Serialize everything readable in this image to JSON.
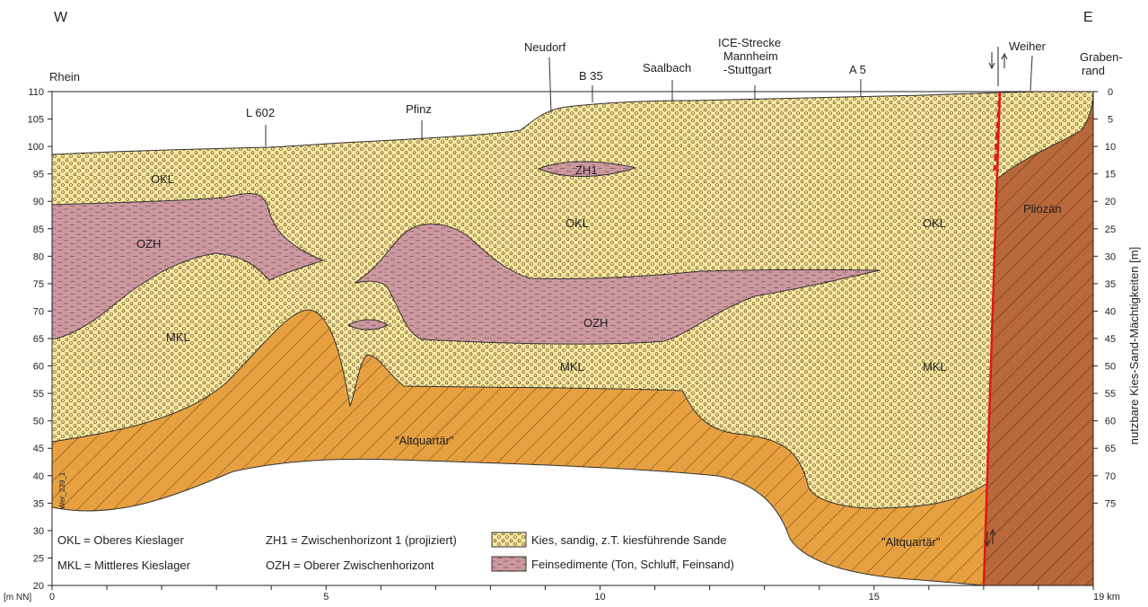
{
  "direction": {
    "west": "W",
    "east": "E"
  },
  "left_axis": {
    "unit": "[m NN]",
    "ticks": [
      "110",
      "105",
      "100",
      "95",
      "90",
      "85",
      "80",
      "75",
      "70",
      "65",
      "60",
      "55",
      "50",
      "45",
      "40",
      "35",
      "30",
      "25",
      "20"
    ]
  },
  "right_axis": {
    "label": "nutzbare Kies-Sand-Mächtigkeiten [m]",
    "ticks": [
      "0",
      "5",
      "10",
      "15",
      "20",
      "25",
      "30",
      "35",
      "40",
      "45",
      "50",
      "55",
      "60",
      "65",
      "70",
      "75"
    ]
  },
  "bottom_axis": {
    "ticks": [
      "0",
      "5",
      "10",
      "15"
    ],
    "end_label": "19 km"
  },
  "places": {
    "rhein": "Rhein",
    "l602": "L 602",
    "pfinz": "Pfinz",
    "neudorf": "Neudorf",
    "b35": "B 35",
    "saalbach": "Saalbach",
    "ice_1": "ICE-Strecke",
    "ice_2": "Mannheim",
    "ice_3": "-Stuttgart",
    "a5": "A 5",
    "weiher": "Weiher",
    "grabenrand_1": "Graben-",
    "grabenrand_2": "rand"
  },
  "units": {
    "okl": "OKL",
    "ozh": "OZH",
    "mkl": "MKL",
    "zh1": "ZH1",
    "altquartaer": "\"Altquartär\"",
    "pliozaen": "Pliozän"
  },
  "side_label": "Wer_239_1",
  "legend": {
    "okl": "OKL = Oberes Kieslager",
    "mkl": "MKL = Mittleres Kieslager",
    "zh1": "ZH1  = Zwischenhorizont 1 (projiziert)",
    "ozh": "OZH = Oberer Zwischenhorizont",
    "kies": "Kies, sandig, z.T. kiesführende Sande",
    "fein": "Feinsedimente (Ton, Schluff, Feinsand)"
  },
  "colors": {
    "gravel": "#fbe9a0",
    "fine": "#cc98a0",
    "altquartaer": "#e6a040",
    "pliozaen": "#b8683a",
    "fault": "#e01818"
  }
}
